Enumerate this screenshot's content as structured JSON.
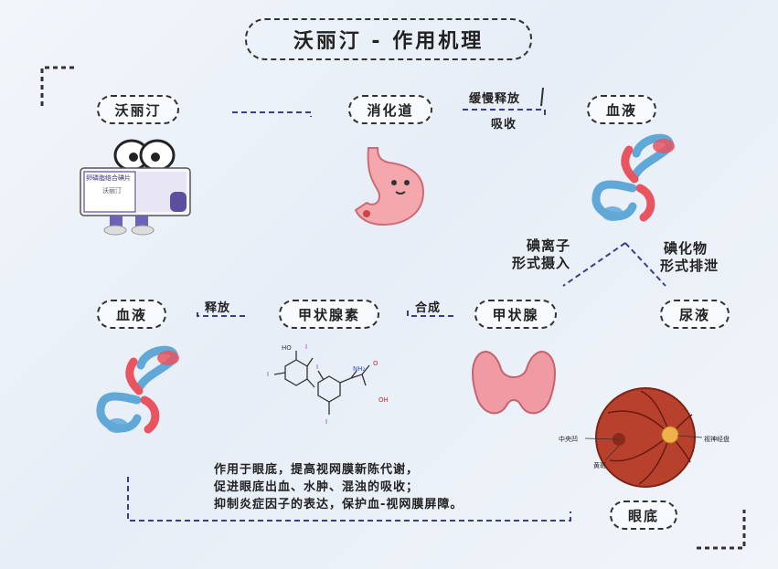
{
  "title": "沃丽汀 - 作用机理",
  "nodes": {
    "wolidin": "沃丽汀",
    "digestive": "消化道",
    "blood_top": "血液",
    "blood_bottom": "血液",
    "thyroid_hormone": "甲状腺素",
    "thyroid": "甲状腺",
    "urine": "尿液",
    "fundus": "眼底"
  },
  "edges": {
    "slow_release": "缓慢释放",
    "absorb": "吸收",
    "iodide_ion_1": "碘离子",
    "iodide_ion_2": "形式摄入",
    "iodide_excrete_1": "碘化物",
    "iodide_excrete_2": "形式排泄",
    "release": "释放",
    "synthesize": "合成"
  },
  "drug_box": {
    "name": "卵磷脂络合碘片",
    "brand": "沃丽汀"
  },
  "molecule": {
    "ho": "HO",
    "nh2": "NH₂",
    "oh": "OH",
    "o": "O",
    "i": "I"
  },
  "fundus_labels": {
    "macula": "黄斑",
    "fovea": "中央凹",
    "optic_disc": "视神经盘"
  },
  "description": [
    "作用于眼底，提高视网膜新陈代谢，",
    "促进眼底出血、水肿、混浊的吸收；",
    "抑制炎症因子的表达，保护血-视网膜屏障。"
  ],
  "colors": {
    "dash": "#3b3b8f",
    "bracket": "#333333",
    "vessel_red": "#e85560",
    "vessel_blue": "#5fa8d8",
    "thyroid": "#f09aa3",
    "stomach": "#f4a8ad",
    "retina": "#b8412d"
  }
}
